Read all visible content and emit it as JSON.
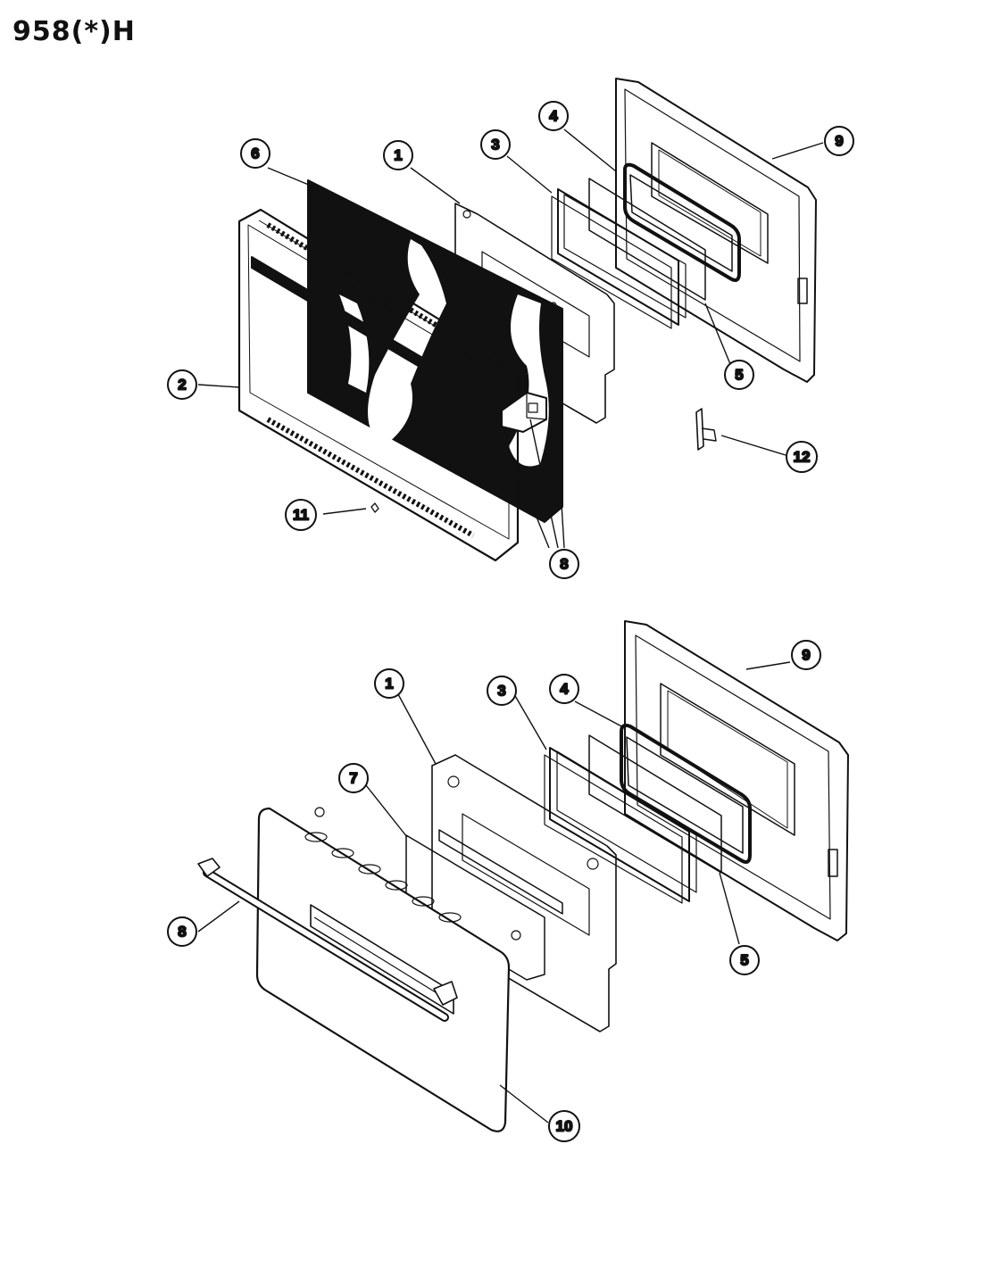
{
  "title": "958(*)H",
  "assemblies": [
    {
      "id": "upper-door",
      "callouts": [
        {
          "label": "1"
        },
        {
          "label": "2"
        },
        {
          "label": "3"
        },
        {
          "label": "4"
        },
        {
          "label": "5"
        },
        {
          "label": "6"
        },
        {
          "label": "8"
        },
        {
          "label": "9"
        },
        {
          "label": "11"
        },
        {
          "label": "12"
        }
      ]
    },
    {
      "id": "lower-door",
      "callouts": [
        {
          "label": "1"
        },
        {
          "label": "3"
        },
        {
          "label": "4"
        },
        {
          "label": "5"
        },
        {
          "label": "7"
        },
        {
          "label": "8"
        },
        {
          "label": "9"
        },
        {
          "label": "10"
        }
      ]
    }
  ]
}
